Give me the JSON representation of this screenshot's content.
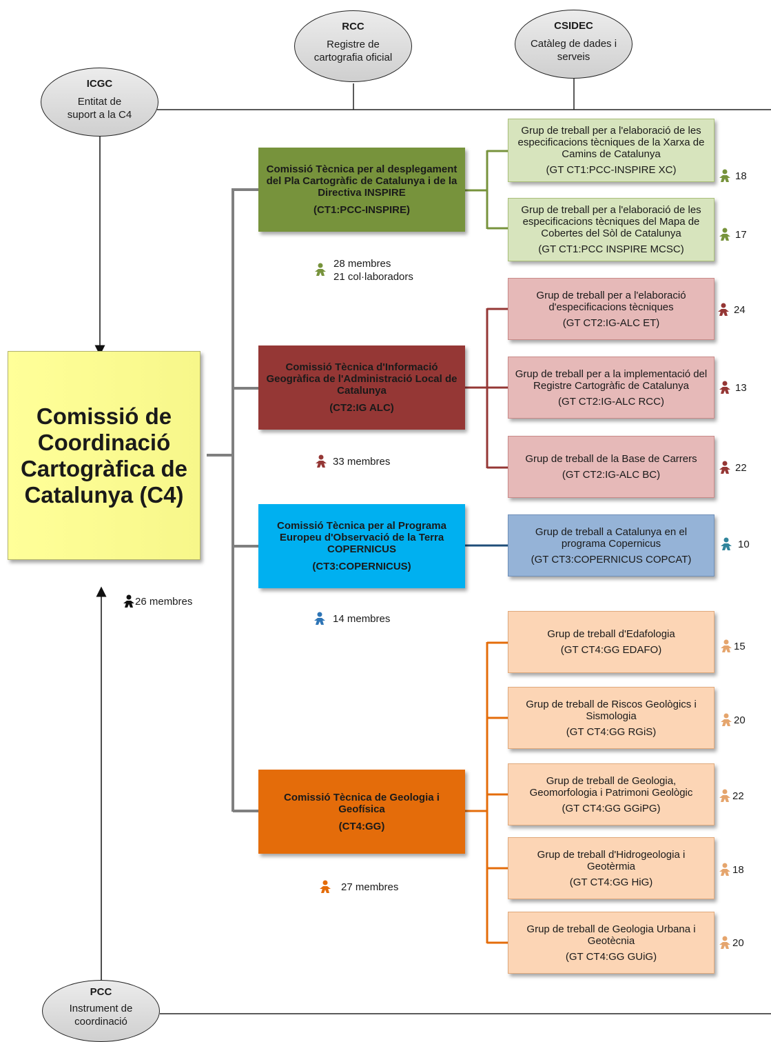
{
  "top_nodes": {
    "icgc": {
      "title": "ICGC",
      "desc": "Entitat de suport a la C4"
    },
    "rcc": {
      "title": "RCC",
      "desc": "Registre de cartografia oficial"
    },
    "csidec": {
      "title": "CSIDEC",
      "desc": "Catàleg de dades i serveis"
    },
    "pcc": {
      "title": "PCC",
      "desc": "Instrument de coordinació"
    }
  },
  "main_commission": {
    "title": "Comissió de Coordinació Cartogràfica de Catalunya (C4)",
    "members": "26 membres"
  },
  "colors": {
    "ct1": "#77933c",
    "ct2": "#953735",
    "ct3": "#00b0f0",
    "ct4": "#e46c0a",
    "gt1": "#d7e4bd",
    "gt2": "#e6b9b8",
    "gt3": "#95b3d7",
    "gt4": "#fcd5b5",
    "main": "#ffff99"
  },
  "commissions": [
    {
      "name": "Comissió Tècnica per al desplegament del Pla Cartogràfic de Catalunya i de la Directiva INSPIRE",
      "code": "(CT1:PCC-INSPIRE)",
      "members": [
        "28 membres",
        "21 col·laboradors"
      ],
      "groups": [
        {
          "name": "Grup de treball per a l'elaboració de les especificacions tècniques de la Xarxa de Camins de Catalunya",
          "code": "(GT CT1:PCC-INSPIRE XC)",
          "count": "18"
        },
        {
          "name": "Grup de treball per a l'elaboració de les especificacions tècniques del Mapa de Cobertes del Sòl de Catalunya",
          "code": "(GT CT1:PCC INSPIRE MCSC)",
          "count": "17"
        }
      ]
    },
    {
      "name": "Comissió Tècnica d'Informació Geogràfica de l'Administració Local de Catalunya",
      "code": "(CT2:IG ALC)",
      "members": [
        "33 membres"
      ],
      "groups": [
        {
          "name": "Grup de treball per a l'elaboració d'especificacions tècniques",
          "code": "(GT CT2:IG-ALC ET)",
          "count": "24"
        },
        {
          "name": "Grup de treball per a la implementació del Registre Cartogràfic de Catalunya",
          "code": "(GT CT2:IG-ALC RCC)",
          "count": "13"
        },
        {
          "name": "Grup de treball de la Base de Carrers",
          "code": "(GT CT2:IG-ALC BC)",
          "count": "22"
        }
      ]
    },
    {
      "name": "Comissió Tècnica per al Programa Europeu d'Observació de la Terra COPERNICUS",
      "code": "(CT3:COPERNICUS)",
      "members": [
        "14 membres"
      ],
      "groups": [
        {
          "name": "Grup de treball a Catalunya en el programa Copernicus",
          "code": "(GT CT3:COPERNICUS COPCAT)",
          "count": "10"
        }
      ]
    },
    {
      "name": "Comissió Tècnica de Geologia i Geofísica",
      "code": "(CT4:GG)",
      "members": [
        "27 membres"
      ],
      "groups": [
        {
          "name": "Grup de treball d'Edafologia",
          "code": "(GT CT4:GG EDAFO)",
          "count": "15"
        },
        {
          "name": "Grup de treball de Riscos Geològics i Sismologia",
          "code": "(GT CT4:GG RGiS)",
          "count": "20"
        },
        {
          "name": "Grup de treball de Geologia, Geomorfologia i Patrimoni Geològic",
          "code": "(GT CT4:GG GGiPG)",
          "count": "22"
        },
        {
          "name": "Grup de treball d'Hidrogeologia i Geotèrmia",
          "code": "(GT CT4:GG HiG)",
          "count": "18"
        },
        {
          "name": "Grup de treball de Geologia Urbana i Geotècnia",
          "code": "(GT CT4:GG GUiG)",
          "count": "20"
        }
      ]
    }
  ]
}
